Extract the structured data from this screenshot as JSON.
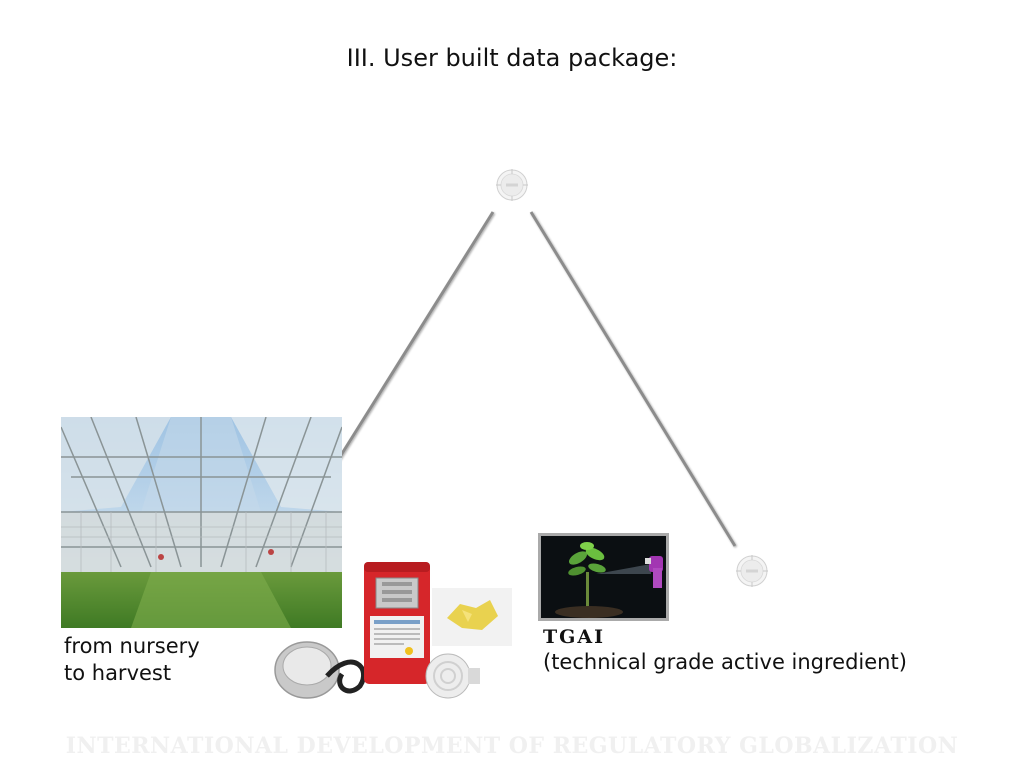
{
  "title": "III. User built data package:",
  "nursery": {
    "line1": "from nursery",
    "line2": "to harvest"
  },
  "tgai": {
    "title": "TGAI",
    "subtitle": "(technical grade active ingredient)"
  },
  "footer": "INTERNATIONAL DEVELOPMENT OF REGULATORY GLOBALIZATION",
  "colors": {
    "line": "#8c8c8c",
    "equipment_red": "#d6262a",
    "background": "#ffffff"
  },
  "icons": {
    "vertex": "compass-node-icon"
  }
}
